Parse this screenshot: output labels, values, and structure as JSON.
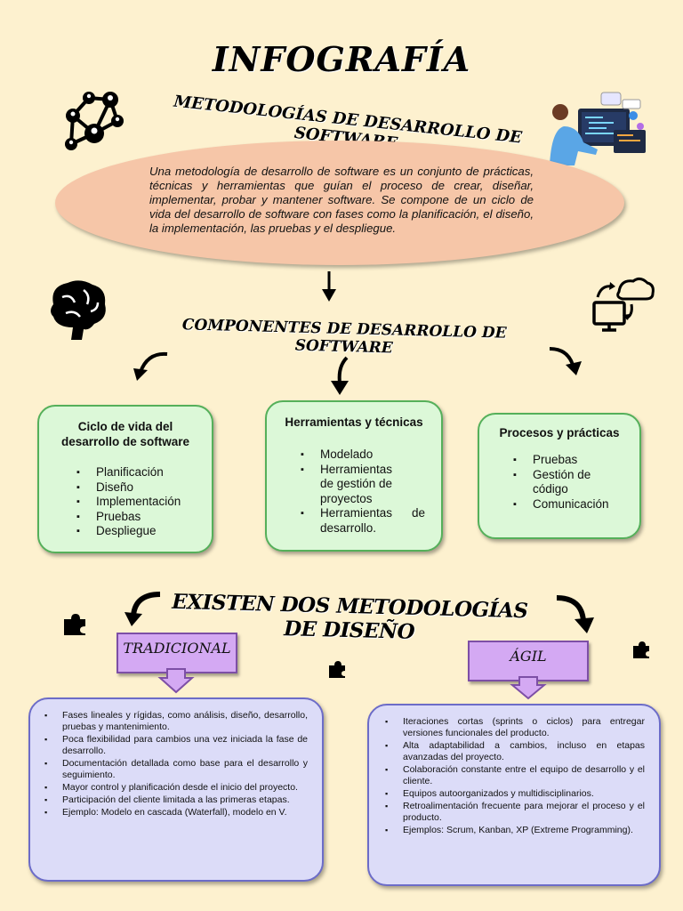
{
  "header": {
    "title": "INFOGRAFÍA",
    "subtitle": "METODOLOGÍAS DE DESARROLLO DE SOFTWARE"
  },
  "intro": {
    "text": "Una metodología de desarrollo de software es un conjunto de prácticas, técnicas y herramientas que guían el proceso de crear, diseñar, implementar, probar y mantener software. Se compone de un ciclo de vida del desarrollo de software con fases como la planificación, el diseño, la implementación, las pruebas y el despliegue."
  },
  "components": {
    "title": "COMPONENTES DE DESARROLLO DE SOFTWARE",
    "cards": [
      {
        "title": "Ciclo de vida del desarrollo de software",
        "items": [
          "Planificación",
          "Diseño",
          "Implementación",
          "Pruebas",
          "Despliegue"
        ]
      },
      {
        "title": "Herramientas y técnicas",
        "items": [
          "Modelado",
          "Herramientas de gestión de proyectos",
          "Herramientas de desarrollo."
        ]
      },
      {
        "title": "Procesos y prácticas",
        "items": [
          "Pruebas",
          "Gestión de código",
          "Comunicación"
        ]
      }
    ]
  },
  "methods": {
    "title": "EXISTEN DOS METODOLOGÍAS DE DISEÑO",
    "traditional": {
      "label": "TRADICIONAL",
      "items": [
        "Fases lineales y rígidas, como análisis, diseño, desarrollo, pruebas y mantenimiento.",
        "Poca flexibilidad para cambios una vez iniciada la fase de desarrollo.",
        "Documentación detallada como base para el desarrollo y seguimiento.",
        "Mayor control y planificación desde el inicio del proyecto.",
        "Participación del cliente limitada a las primeras etapas.",
        "Ejemplo: Modelo en cascada (Waterfall), modelo en V."
      ]
    },
    "agile": {
      "label": "ÁGIL",
      "items": [
        "Iteraciones cortas (sprints o ciclos) para entregar versiones funcionales del producto.",
        "Alta adaptabilidad a cambios, incluso en etapas avanzadas del proyecto.",
        "Colaboración constante entre el equipo de desarrollo y el cliente.",
        "Equipos autoorganizados y multidisciplinarios.",
        "Retroalimentación frecuente para mejorar el proceso y el producto.",
        "Ejemplos: Scrum, Kanban, XP (Extreme Programming)."
      ]
    }
  },
  "colors": {
    "background": "#fdf1cf",
    "ellipse": "#f6c6a8",
    "card_fill": "#dcf8d8",
    "card_border": "#55b05a",
    "label_fill": "#d4a9f3",
    "box_fill": "#dcdcf8",
    "box_border": "#6c6cc8"
  },
  "icons": [
    "network-people-icon",
    "developer-at-computer-icon",
    "brain-icon",
    "cloud-sync-computer-icon",
    "puzzle-piece-icon"
  ]
}
